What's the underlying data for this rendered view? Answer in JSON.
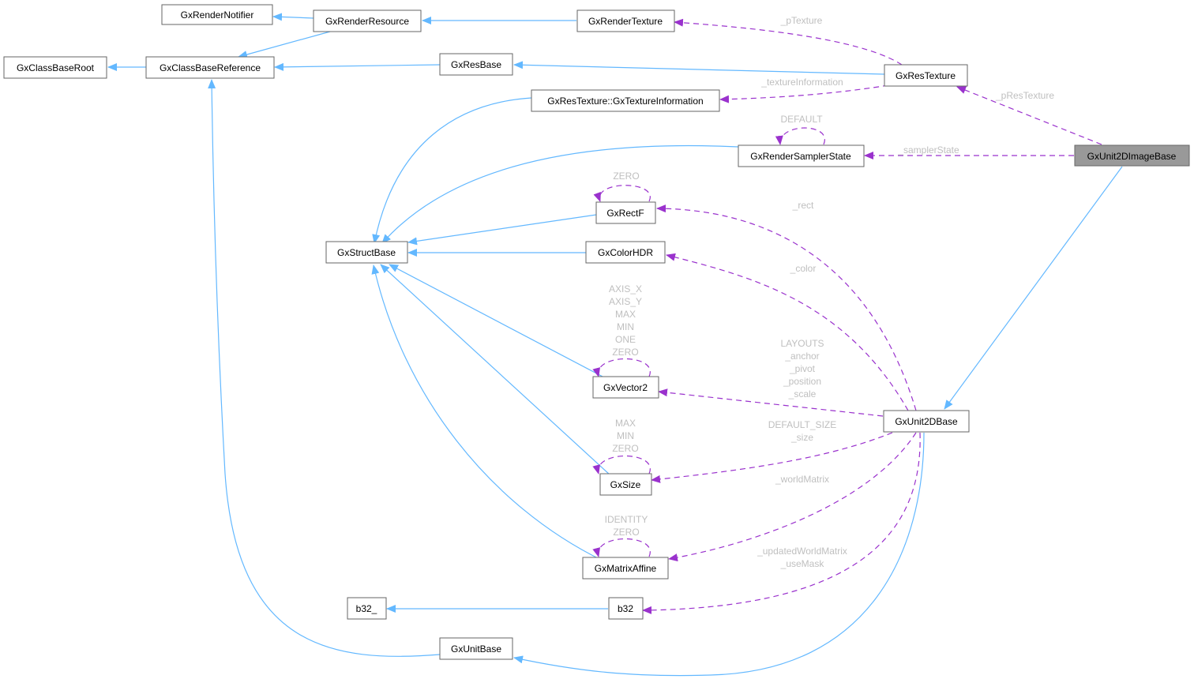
{
  "diagram": {
    "title": "GxUnit2DImageBase collaboration graph",
    "focus_node": "GxUnit2DImageBase",
    "colors": {
      "inherit_edge": "#63b8ff",
      "usage_edge": "#9a32cd",
      "label_text": "#bfbfbf",
      "focus_fill": "#999999",
      "node_border": "#666666"
    },
    "nodes": {
      "n_render_notifier": "GxRenderNotifier",
      "n_render_resource": "GxRenderResource",
      "n_render_texture": "GxRenderTexture",
      "n_class_base_root": "GxClassBaseRoot",
      "n_class_base_reference": "GxClassBaseReference",
      "n_res_base": "GxResBase",
      "n_res_texture": "GxResTexture",
      "n_texture_information": "GxResTexture::GxTextureInformation",
      "n_render_sampler_state": "GxRenderSamplerState",
      "n_unit2d_image_base": "GxUnit2DImageBase",
      "n_rectf": "GxRectF",
      "n_struct_base": "GxStructBase",
      "n_color_hdr": "GxColorHDR",
      "n_vector2": "GxVector2",
      "n_unit2d_base": "GxUnit2DBase",
      "n_size": "GxSize",
      "n_matrix_affine": "GxMatrixAffine",
      "n_b32_": "b32_",
      "n_b32": "b32",
      "n_unit_base": "GxUnitBase"
    },
    "edge_labels": {
      "p_texture": "_pTexture",
      "texture_information": "_textureInformation",
      "p_res_texture": "_pResTexture",
      "sampler_state": "_samplerState",
      "sampler_default": "DEFAULT",
      "rectf_zero": "ZERO",
      "rect": "_rect",
      "color": "_color",
      "vector2_self": [
        "AXIS_X",
        "AXIS_Y",
        "MAX",
        "MIN",
        "ONE",
        "ZERO"
      ],
      "vector2_use": [
        "LAYOUTS",
        "_anchor",
        "_pivot",
        "_position",
        "_scale"
      ],
      "size_self": [
        "MAX",
        "MIN",
        "ZERO"
      ],
      "size_use": [
        "DEFAULT_SIZE",
        "_size"
      ],
      "world_matrix": "_worldMatrix",
      "matrix_self": [
        "IDENTITY",
        "ZERO"
      ],
      "b32_use": [
        "_updatedWorldMatrix",
        "_useMask"
      ]
    }
  }
}
